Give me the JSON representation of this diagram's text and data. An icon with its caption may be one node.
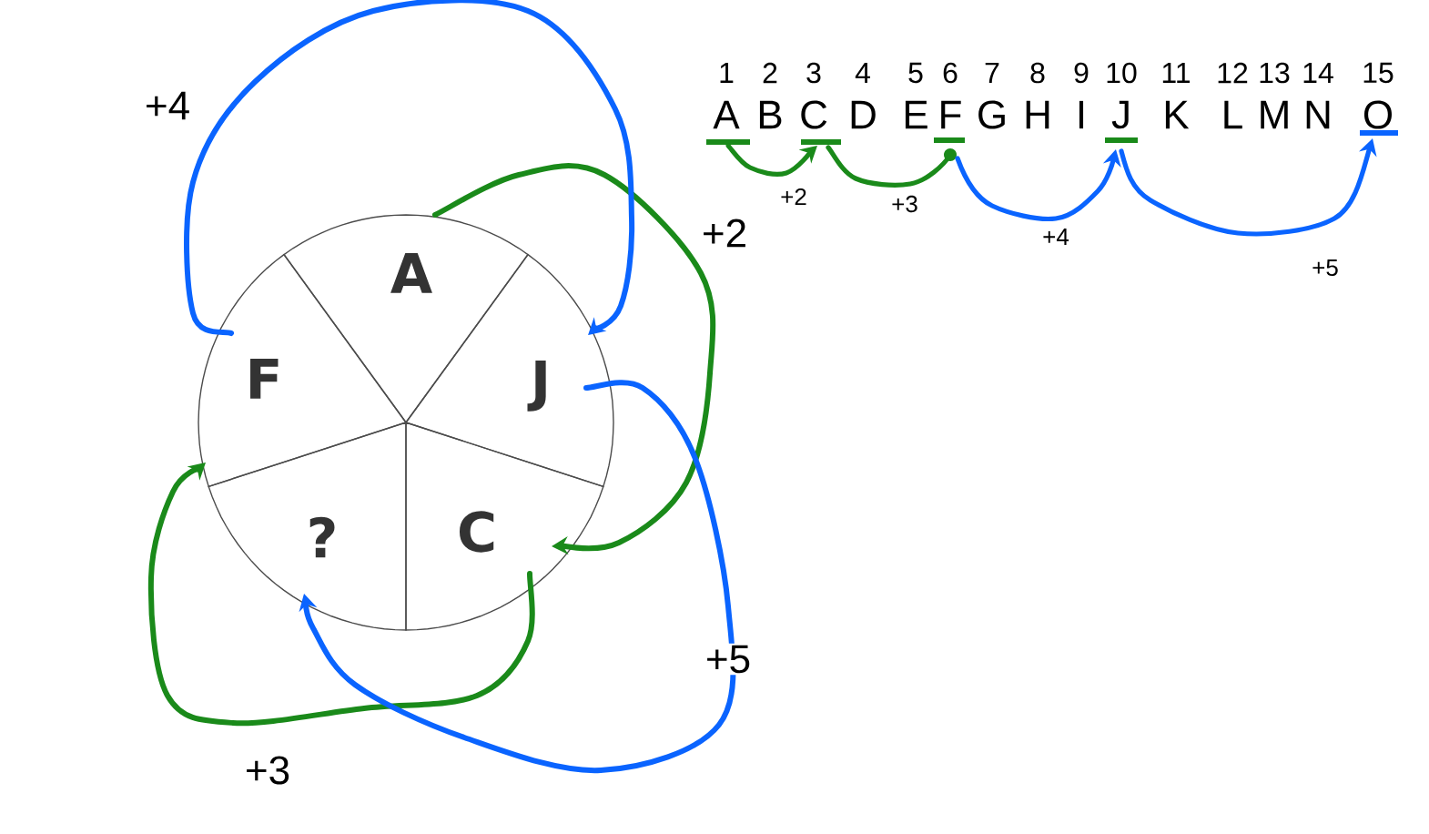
{
  "diagram": {
    "nodes": [
      {
        "text": [
          "A"
        ]
      },
      {
        "text": [
          "J"
        ]
      },
      {
        "text": [
          "C"
        ]
      },
      {
        "text": [
          "?"
        ]
      },
      {
        "text": [
          "F"
        ]
      },
      {
        "text": [
          "A"
        ],
        "beside": [
          "1"
        ]
      },
      {
        "text": [
          "B"
        ],
        "beside": [
          "2"
        ]
      },
      {
        "text": [
          "C"
        ],
        "beside": [
          "3"
        ]
      },
      {
        "text": [
          "D"
        ],
        "beside": [
          "4"
        ]
      },
      {
        "text": [
          "E"
        ],
        "beside": [
          "5"
        ]
      },
      {
        "text": [
          "F"
        ],
        "beside": [
          "6"
        ]
      },
      {
        "text": [
          "G"
        ],
        "beside": [
          "7"
        ]
      },
      {
        "text": [
          "H"
        ],
        "beside": [
          "8"
        ]
      },
      {
        "text": [
          "I"
        ],
        "beside": [
          "9"
        ]
      },
      {
        "text": [
          "J"
        ],
        "beside": [
          "10"
        ]
      },
      {
        "text": [
          "K"
        ],
        "beside": [
          "11"
        ]
      },
      {
        "text": [
          "L"
        ],
        "beside": [
          "12"
        ]
      },
      {
        "text": [
          "M"
        ],
        "beside": [
          "13"
        ]
      },
      {
        "text": [
          "N"
        ],
        "beside": [
          "14"
        ]
      },
      {
        "text": [
          "O"
        ],
        "beside": [
          "15"
        ]
      }
    ],
    "edges": [
      {
        "from": 0,
        "to": 2,
        "arrow": "to",
        "label": "+2",
        "color": "#1a8a1a"
      },
      {
        "from": 4,
        "to": 1,
        "arrow": "to",
        "label": "+4",
        "color": "#0a64ff"
      },
      {
        "from": 2,
        "to": 4,
        "arrow": "to",
        "label": "+3",
        "color": "#1a8a1a"
      },
      {
        "from": 1,
        "to": 3,
        "arrow": "to",
        "label": "+5",
        "color": "#0a64ff"
      },
      {
        "from": 5,
        "to": 7,
        "arrow": "to",
        "label": "+2",
        "color": "#1a8a1a"
      },
      {
        "from": 7,
        "to": 10,
        "arrow": "other",
        "label": "+3",
        "color": "#1a8a1a"
      },
      {
        "from": 10,
        "to": 14,
        "arrow": "to",
        "label": "+4",
        "color": "#0a64ff"
      },
      {
        "from": 14,
        "to": 19,
        "arrow": "to",
        "label": "+5",
        "color": "#0a64ff"
      }
    ]
  }
}
